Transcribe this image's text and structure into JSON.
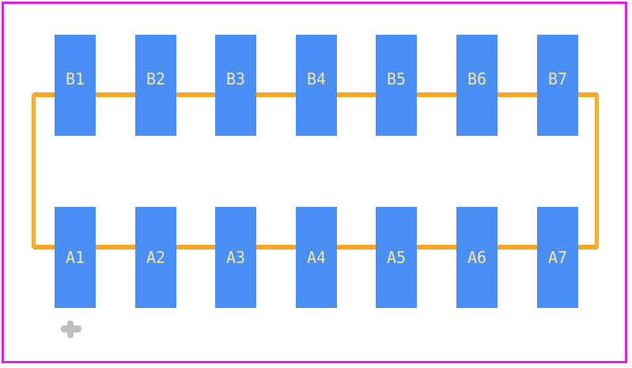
{
  "colors": {
    "border": "#e020e0",
    "outline": "#f5a623",
    "pad": "#4a8ff5",
    "pad_label": "#f2e6a0",
    "marker": "#c0c0c0"
  },
  "pads": {
    "top": [
      {
        "label": "B1"
      },
      {
        "label": "B2"
      },
      {
        "label": "B3"
      },
      {
        "label": "B4"
      },
      {
        "label": "B5"
      },
      {
        "label": "B6"
      },
      {
        "label": "B7"
      }
    ],
    "bottom": [
      {
        "label": "A1"
      },
      {
        "label": "A2"
      },
      {
        "label": "A3"
      },
      {
        "label": "A4"
      },
      {
        "label": "A5"
      },
      {
        "label": "A6"
      },
      {
        "label": "A7"
      }
    ]
  },
  "origin_marker": {
    "icon": "crosshair-origin-icon"
  }
}
